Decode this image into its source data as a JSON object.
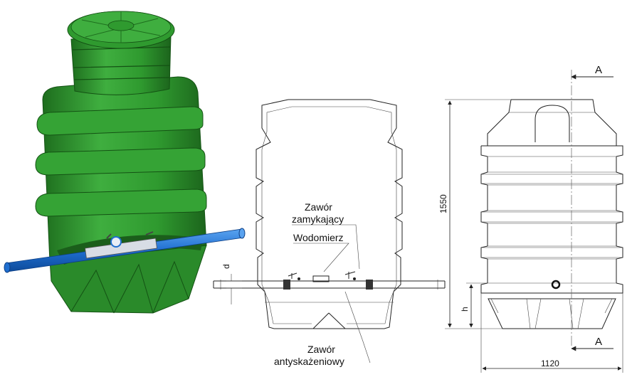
{
  "colors": {
    "tank_green": "#2f9a2f",
    "tank_dark": "#1e6e1e",
    "pipe_blue": "#1f6fd0",
    "line": "#222222"
  },
  "labels": {
    "valve_closing_line1": "Zawór",
    "valve_closing_line2": "zamykający",
    "water_meter": "Wodomierz",
    "valve_anti_line1": "Zawór",
    "valve_anti_line2": "antyskażeniowy"
  },
  "dimensions": {
    "height": "1550",
    "width": "1120",
    "h": "h",
    "d": "d"
  },
  "section": {
    "top": "A",
    "bottom": "A"
  }
}
